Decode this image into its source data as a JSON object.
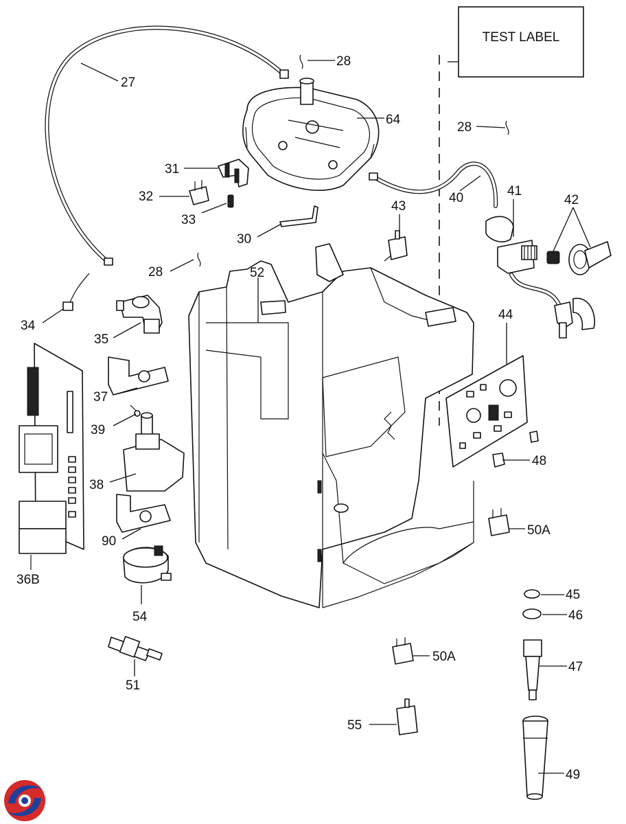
{
  "test_label": "TEST LABEL",
  "callouts": {
    "c27": "27",
    "c28a": "28",
    "c28b": "28",
    "c28c": "28",
    "c64": "64",
    "c31": "31",
    "c32": "32",
    "c33": "33",
    "c30": "30",
    "c40": "40",
    "c41": "41",
    "c42": "42",
    "c43": "43",
    "c52": "52",
    "c34": "34",
    "c35": "35",
    "c44": "44",
    "c37": "37",
    "c39": "39",
    "c38": "38",
    "c48": "48",
    "c90": "90",
    "c50a1": "50A",
    "c36b": "36B",
    "c54": "54",
    "c45": "45",
    "c46": "46",
    "c47": "47",
    "c51": "51",
    "c50a2": "50A",
    "c55": "55",
    "c49": "49"
  },
  "logo": {
    "name": "brand-logo",
    "colors": {
      "red": "#d52b2b",
      "blue": "#1f3f9a"
    }
  }
}
